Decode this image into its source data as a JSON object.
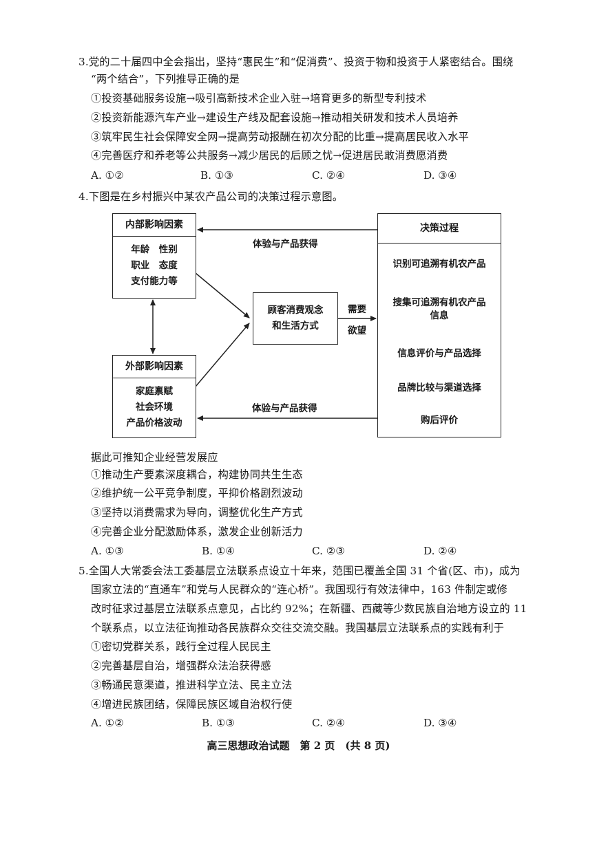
{
  "q3": {
    "stem": [
      "3.党的二十届四中全会指出，坚持“惠民生”和“促消费”、投资于物和投资于人紧密结合。围绕",
      "“两个结合”，下列推导正确的是"
    ],
    "items": [
      "①投资基础服务设施→吸引高新技术企业入驻→培育更多的新型专利技术",
      "②投资新能源汽车产业→建设生产线及配套设施→推动相关研发和技术人员培养",
      "③筑牢民生社会保障安全网→提高劳动报酬在初次分配的比重→提高居民收入水平",
      "④完善医疗和养老等公共服务→减少居民的后顾之忧→促进居民敢消费愿消费"
    ],
    "options": [
      "A. ①②",
      "B. ①③",
      "C. ②④",
      "D. ③④"
    ]
  },
  "q4": {
    "stem": "4.下图是在乡村振兴中某农产品公司的决策过程示意图。",
    "diagram": {
      "internal_title": "内部影响因素",
      "internal_lines": [
        "年龄　性别",
        "职业　态度",
        "支付能力等"
      ],
      "external_title": "外部影响因素",
      "external_lines": [
        "家庭禀赋",
        "社会环境",
        "产品价格波动"
      ],
      "center_lines": [
        "顾客消费观念",
        "和生活方式"
      ],
      "need_label": "需要",
      "desire_label": "欲望",
      "feedback_top": "体验与产品获得",
      "feedback_bottom": "体验与产品获得",
      "decision_title": "决策过程",
      "steps": [
        "识别可追溯有机农产品",
        "搜集可追溯有机农产品",
        "信息",
        "信息评价与产品选择",
        "品牌比较与渠道选择",
        "购后评价"
      ]
    },
    "prompt": "据此可推知企业经营发展应",
    "items": [
      "①推动生产要素深度耦合，构建协同共生生态",
      "②维护统一公平竞争制度，平抑价格剧烈波动",
      "③坚持以消费需求为导向，调整优化生产方式",
      "④完善企业分配激励体系，激发企业创新活力"
    ],
    "options": [
      "A. ①③",
      "B. ①④",
      "C. ②③",
      "D. ②④"
    ]
  },
  "q5": {
    "stem": [
      "5.全国人大常委会法工委基层立法联系点设立十年来，范围已覆盖全国 31 个省(区、市)，成为",
      "国家立法的“直通车”和党与人民群众的“连心桥”。我国现行有效法律中，163 件制定或修",
      "改时征求过基层立法联系点意见，占比约 92%；在新疆、西藏等少数民族自治地方设立的 11",
      "个联系点，以立法征询推动各民族群众交往交流交融。我国基层立法联系点的实践有利于"
    ],
    "items": [
      "①密切党群关系，践行全过程人民民主",
      "②完善基层自治，增强群众法治获得感",
      "③畅通民意渠道，推进科学立法、民主立法",
      "④增进民族团结，保障民族区域自治权行使"
    ],
    "options": [
      "A. ①②",
      "B. ①③",
      "C. ②④",
      "D. ③④"
    ]
  },
  "footer": "高三思想政治试题　第 2 页　(共 8 页)"
}
